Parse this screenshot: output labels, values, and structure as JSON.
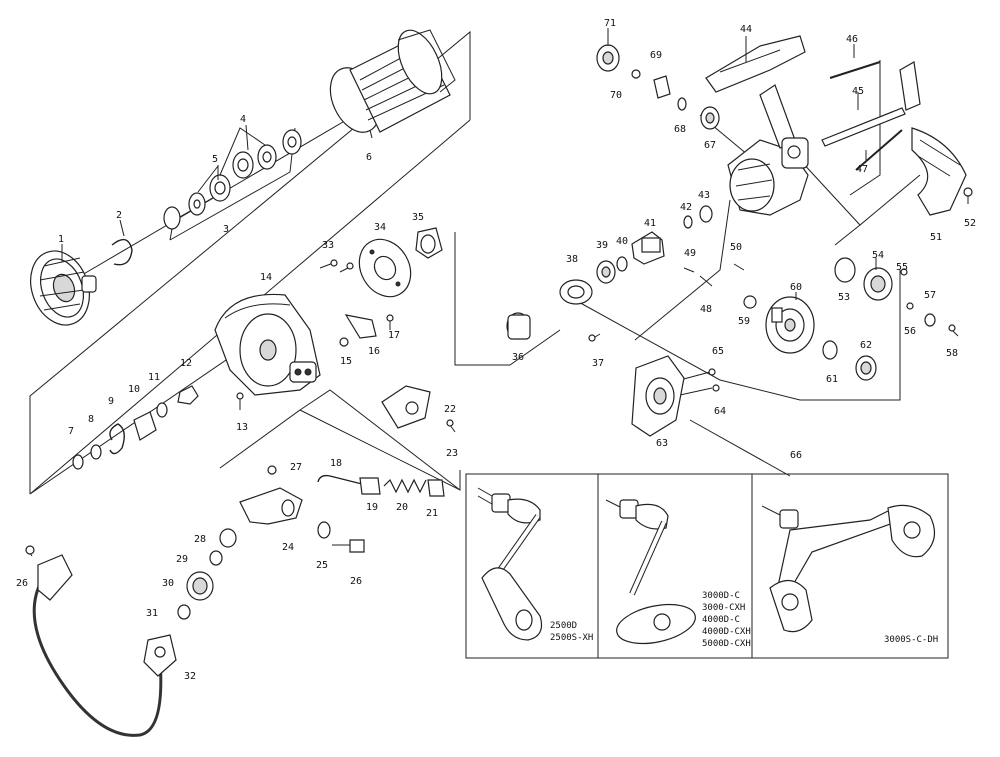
{
  "callouts": [
    {
      "n": "1"
    },
    {
      "n": "2"
    },
    {
      "n": "3"
    },
    {
      "n": "4"
    },
    {
      "n": "5"
    },
    {
      "n": "6"
    },
    {
      "n": "7"
    },
    {
      "n": "8"
    },
    {
      "n": "9"
    },
    {
      "n": "10"
    },
    {
      "n": "11"
    },
    {
      "n": "12"
    },
    {
      "n": "13"
    },
    {
      "n": "14"
    },
    {
      "n": "15"
    },
    {
      "n": "16"
    },
    {
      "n": "17"
    },
    {
      "n": "18"
    },
    {
      "n": "19"
    },
    {
      "n": "20"
    },
    {
      "n": "21"
    },
    {
      "n": "22"
    },
    {
      "n": "23"
    },
    {
      "n": "24"
    },
    {
      "n": "25"
    },
    {
      "n": "26"
    },
    {
      "n": "26"
    },
    {
      "n": "27"
    },
    {
      "n": "28"
    },
    {
      "n": "29"
    },
    {
      "n": "30"
    },
    {
      "n": "31"
    },
    {
      "n": "32"
    },
    {
      "n": "33"
    },
    {
      "n": "34"
    },
    {
      "n": "35"
    },
    {
      "n": "36"
    },
    {
      "n": "37"
    },
    {
      "n": "38"
    },
    {
      "n": "39"
    },
    {
      "n": "40"
    },
    {
      "n": "41"
    },
    {
      "n": "42"
    },
    {
      "n": "43"
    },
    {
      "n": "44"
    },
    {
      "n": "45"
    },
    {
      "n": "46"
    },
    {
      "n": "47"
    },
    {
      "n": "48"
    },
    {
      "n": "49"
    },
    {
      "n": "50"
    },
    {
      "n": "51"
    },
    {
      "n": "52"
    },
    {
      "n": "53"
    },
    {
      "n": "54"
    },
    {
      "n": "55"
    },
    {
      "n": "56"
    },
    {
      "n": "57"
    },
    {
      "n": "58"
    },
    {
      "n": "59"
    },
    {
      "n": "60"
    },
    {
      "n": "61"
    },
    {
      "n": "62"
    },
    {
      "n": "63"
    },
    {
      "n": "64"
    },
    {
      "n": "65"
    },
    {
      "n": "66"
    },
    {
      "n": "67"
    },
    {
      "n": "68"
    },
    {
      "n": "69"
    },
    {
      "n": "70"
    },
    {
      "n": "71"
    }
  ],
  "handle_box": {
    "panel1": {
      "lines": [
        "2500D",
        "2500S-XH"
      ]
    },
    "panel2": {
      "lines": [
        "3000D-C",
        "3000-CXH",
        "4000D-C",
        "4000D-CXH",
        "5000D-CXH"
      ]
    },
    "panel3": {
      "lines": [
        "3000S-C-DH"
      ]
    }
  }
}
